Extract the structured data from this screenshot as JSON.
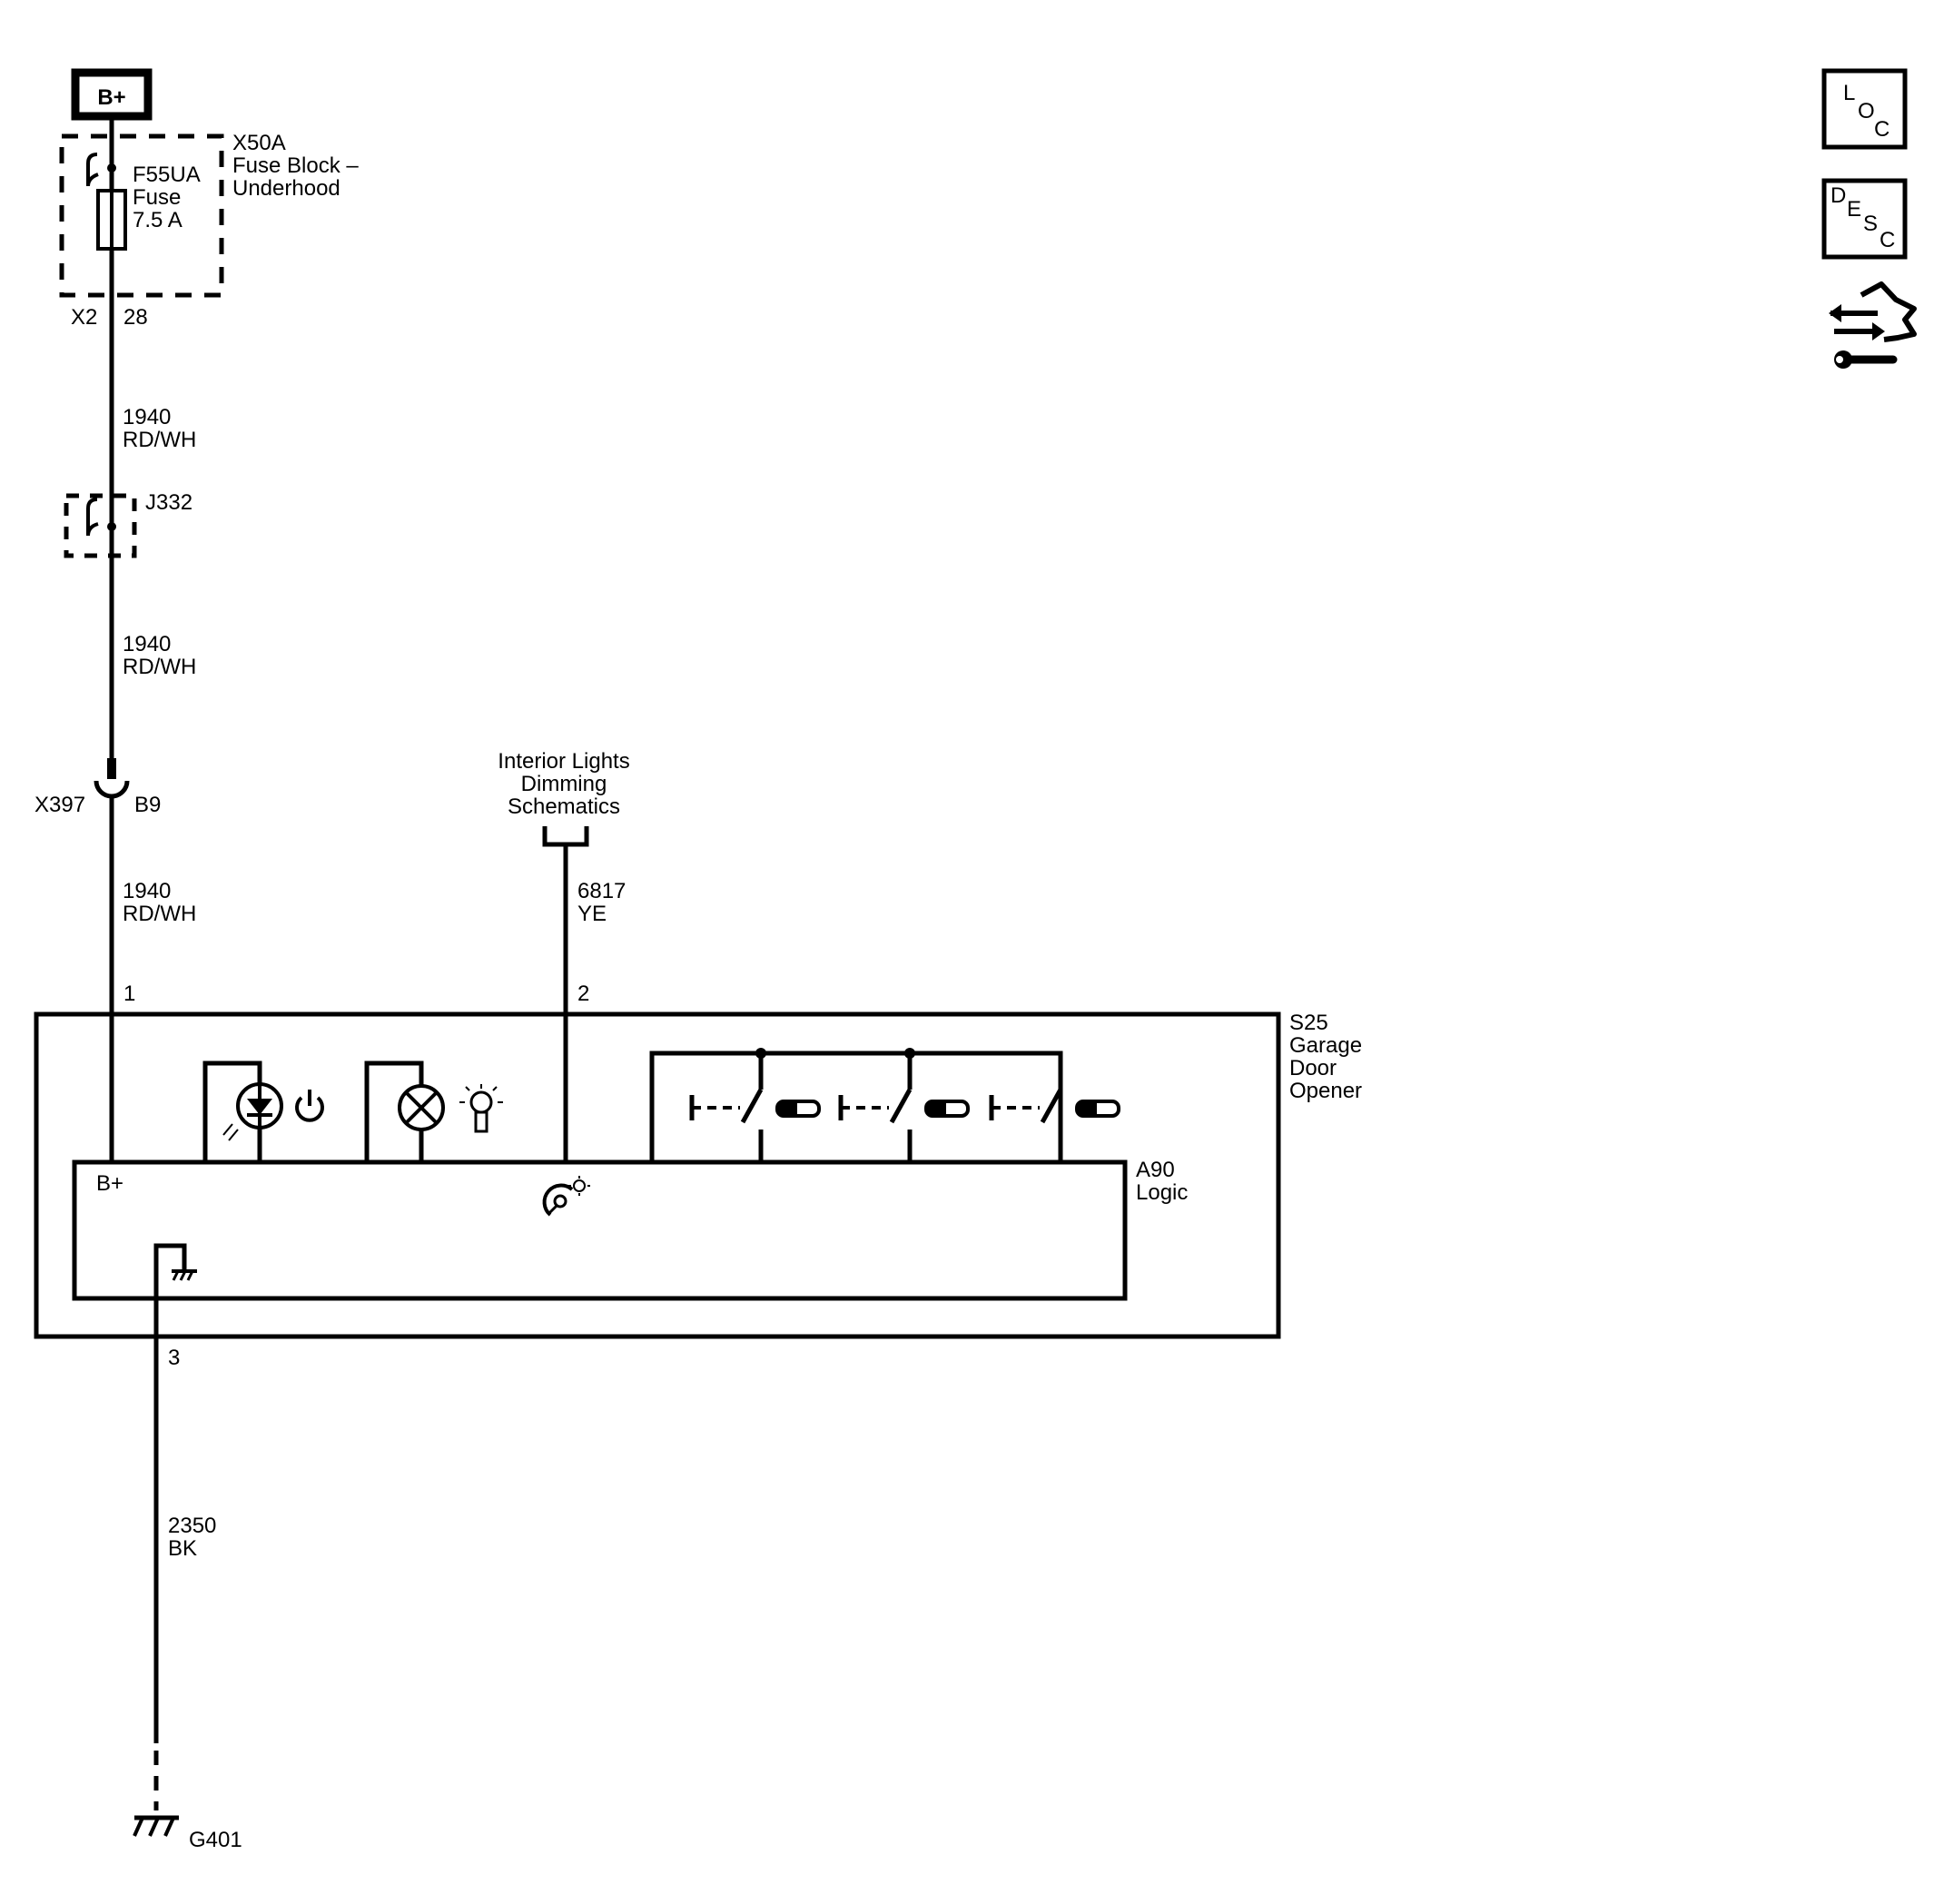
{
  "power_source": {
    "label": "B+"
  },
  "fuse_block": {
    "id": "X50A",
    "name_line1": "Fuse Block –",
    "name_line2": "Underhood",
    "fuse_id": "F55UA",
    "fuse_word": "Fuse",
    "fuse_rating": "7.5 A",
    "connector": "X2",
    "pin": "28"
  },
  "wire_1": {
    "circuit": "1940",
    "color": "RD/WH"
  },
  "splice": {
    "id": "J332"
  },
  "wire_2": {
    "circuit": "1940",
    "color": "RD/WH"
  },
  "inline_connector": {
    "id": "X397",
    "pin": "B9"
  },
  "wire_3": {
    "circuit": "1940",
    "color": "RD/WH"
  },
  "reference": {
    "line1": "Interior Lights",
    "line2": "Dimming",
    "line3": "Schematics"
  },
  "wire_4": {
    "circuit": "6817",
    "color": "YE"
  },
  "device": {
    "id": "S25",
    "name_line1": "Garage",
    "name_line2": "Door",
    "name_line3": "Opener",
    "pin_power": "1",
    "pin_dimming": "2",
    "pin_ground": "3"
  },
  "logic": {
    "id": "A90",
    "name": "Logic",
    "power_label": "B+"
  },
  "wire_ground": {
    "circuit": "2350",
    "color": "BK"
  },
  "ground": {
    "id": "G401"
  },
  "nav_buttons": {
    "loc": {
      "l1": "L",
      "l2": "O",
      "l3": "C"
    },
    "desc": {
      "l1": "D",
      "l2": "E",
      "l3": "S",
      "l4": "C"
    }
  }
}
